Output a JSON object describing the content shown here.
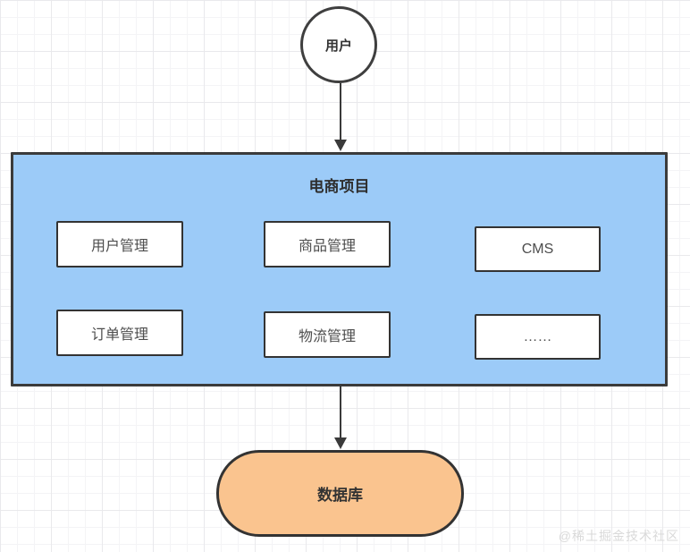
{
  "diagram": {
    "user_node": {
      "label": "用户"
    },
    "project": {
      "title": "电商项目",
      "modules": [
        {
          "label": "用户管理"
        },
        {
          "label": "商品管理"
        },
        {
          "label": "CMS"
        },
        {
          "label": "订单管理"
        },
        {
          "label": "物流管理"
        },
        {
          "label": "……"
        }
      ]
    },
    "database": {
      "label": "数据库"
    },
    "watermark": "@稀土掘金技术社区",
    "colors": {
      "project_fill": "#9CCBF8",
      "database_fill": "#FAC48F",
      "node_border": "#333333",
      "arrow": "#3A3A3A",
      "watermark_text": "#D9D9D9",
      "grid_line": "#ECECEF"
    }
  }
}
